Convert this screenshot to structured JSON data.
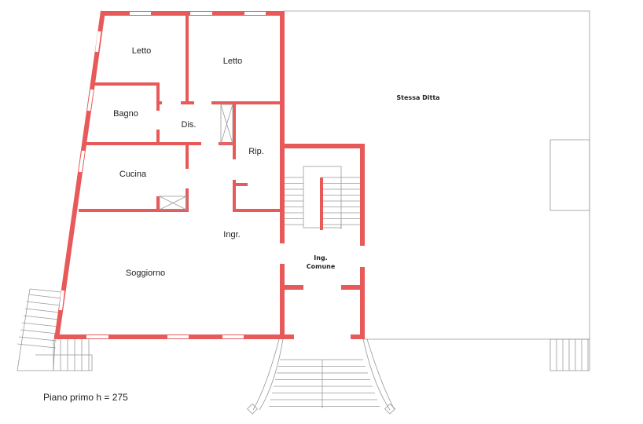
{
  "plan": {
    "caption": "Piano primo h = 275",
    "wall_color": "#e85a5a",
    "rooms": {
      "letto_1": "Letto",
      "letto_2": "Letto",
      "bagno": "Bagno",
      "dis": "Dis.",
      "rip": "Rip.",
      "cucina": "Cucina",
      "ingr": "Ingr.",
      "soggiorno": "Soggiorno",
      "ing_comune_1": "Ing.",
      "ing_comune_2": "Comune",
      "stessa_ditta": "Stessa Ditta"
    }
  }
}
